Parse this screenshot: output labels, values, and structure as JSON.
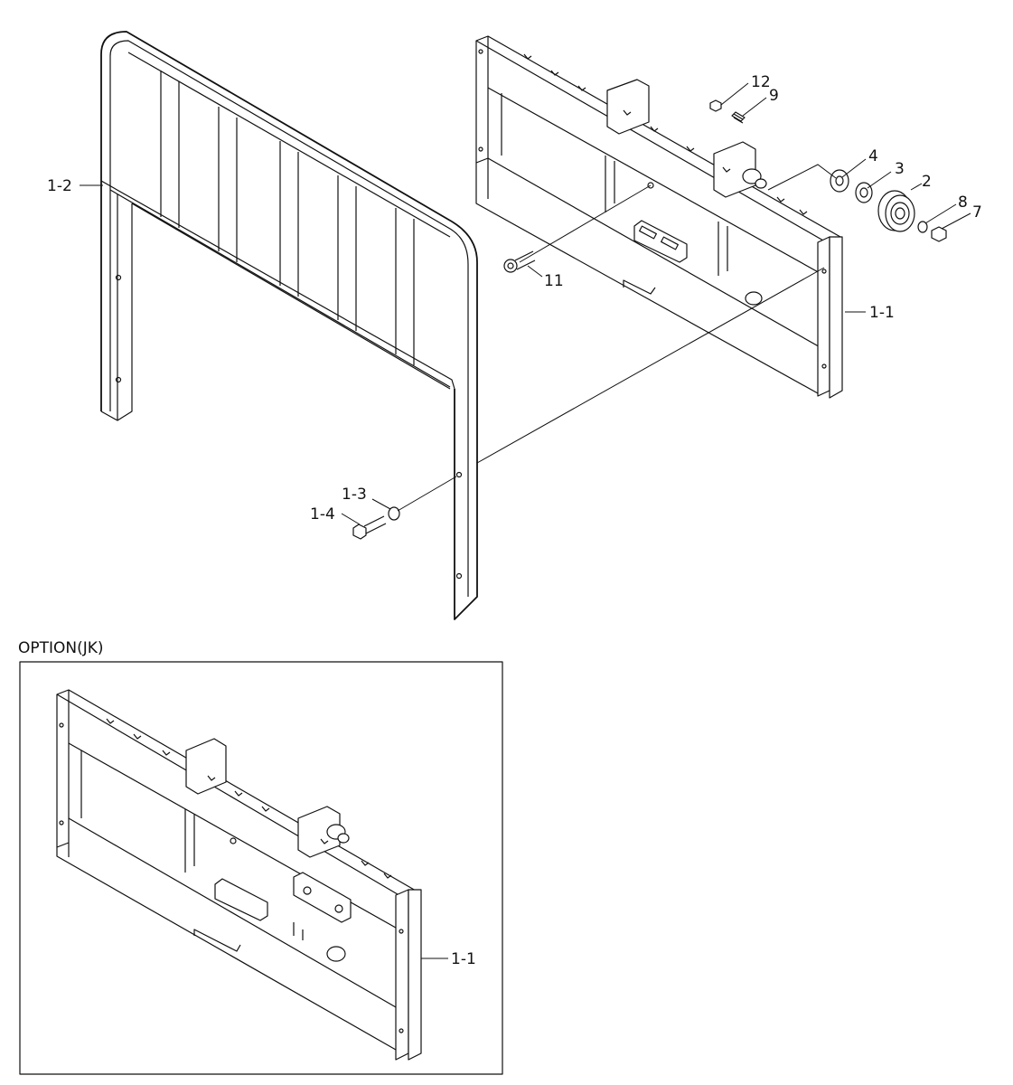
{
  "diagram": {
    "callouts": {
      "c_1_2": "1-2",
      "c_1_1_main": "1-1",
      "c_12": "12",
      "c_9": "9",
      "c_4": "4",
      "c_3": "3",
      "c_2": "2",
      "c_8": "8",
      "c_7": "7",
      "c_11": "11",
      "c_1_3": "1-3",
      "c_1_4": "1-4",
      "c_1_1_option": "1-1"
    },
    "option_box": {
      "title": "OPTION(JK)"
    }
  }
}
